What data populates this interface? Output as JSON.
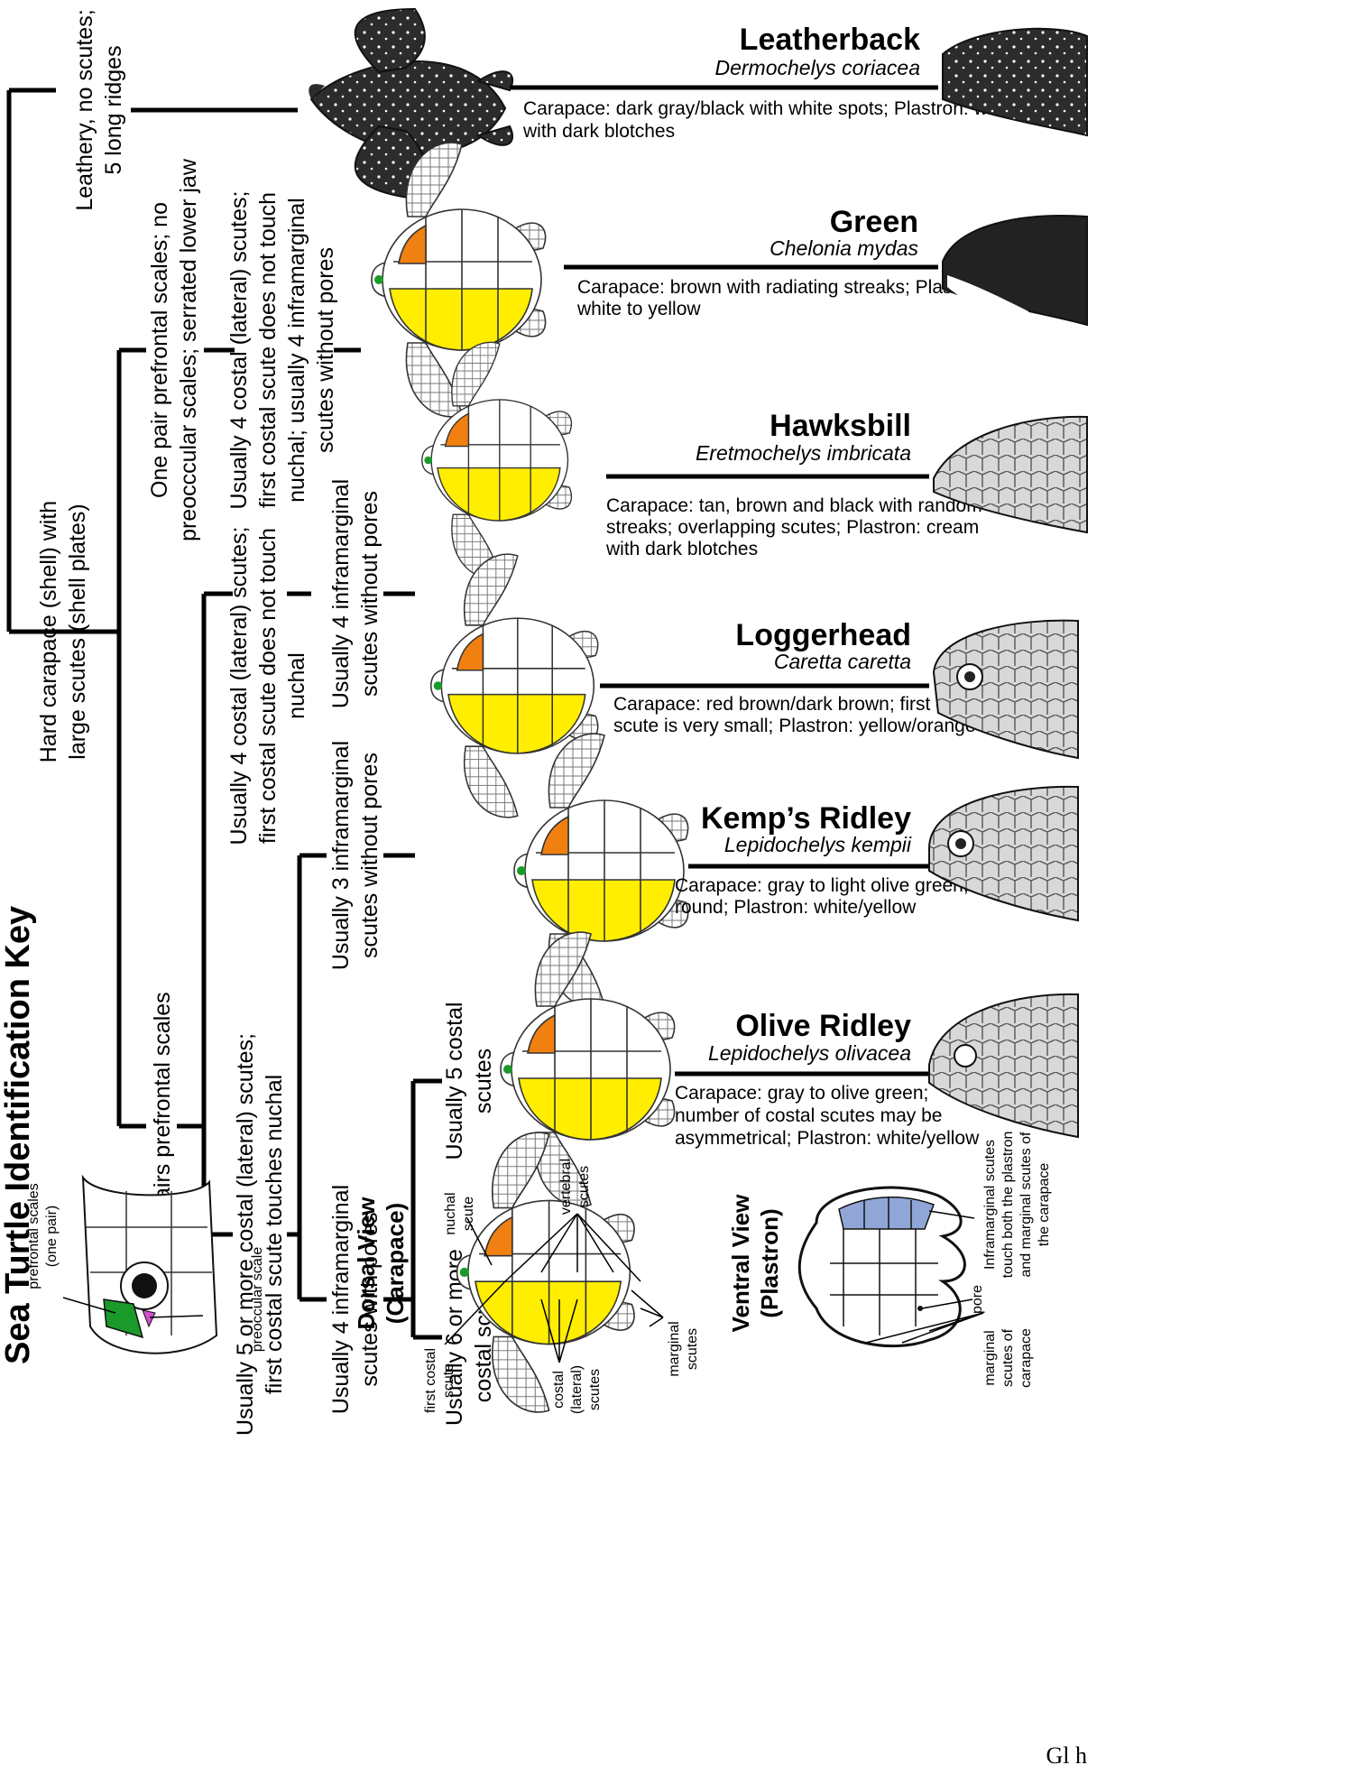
{
  "title": "Sea Turtle Identification Key",
  "key_nodes": {
    "leathery": [
      "Leathery, no scutes;",
      "5 long ridges"
    ],
    "hard": [
      "Hard carapace (shell) with",
      "large scutes (shell plates)"
    ],
    "one_pair": [
      "One pair prefrontal scales; no",
      "preocccular scales; serrated lower jaw"
    ],
    "two_pairs": "Two pairs prefrontal scales",
    "green_rule": [
      "Usually 4 costal (lateral) scutes;",
      "first costal scute does not touch",
      "nuchal; usually 4 inframarginal",
      "scutes without pores"
    ],
    "four_costal": [
      "Usually 4 costal (lateral) scutes;",
      "first costal scute does not touch",
      "nuchal"
    ],
    "five_costal": [
      "Usually 5 or more costal (lateral) scutes;",
      "first costal scute touches nuchal"
    ],
    "four_infra_no_pores": [
      "Usually 4 inframarginal",
      "scutes without pores"
    ],
    "three_infra": [
      "Usually 3 inframarginal",
      "scutes without pores"
    ],
    "four_infra_pores": [
      "Usually 4 inframarginal",
      "scutes with pores"
    ],
    "usually5": [
      "Usually 5 costal",
      "scutes"
    ],
    "usually6": [
      "Usually 6 or more",
      "costal scutes"
    ]
  },
  "species": [
    {
      "name": "Leatherback",
      "sci": "Dermochelys coriacea",
      "desc": [
        "Carapace: dark gray/black with white spots; Plastron: white",
        "with dark blotches"
      ]
    },
    {
      "name": "Green",
      "sci": "Chelonia mydas",
      "desc": [
        "Carapace: brown with radiating streaks; Plastron:",
        "white to yellow"
      ]
    },
    {
      "name": "Hawksbill",
      "sci": "Eretmochelys imbricata",
      "desc": [
        "Carapace: tan, brown and black with random",
        "streaks; overlapping scutes; Plastron: cream",
        "with dark blotches"
      ]
    },
    {
      "name": "Loggerhead",
      "sci": "Caretta caretta",
      "desc": [
        "Carapace: red brown/dark brown; first costal",
        "scute is very small; Plastron: yellow/orange"
      ]
    },
    {
      "name": "Kemp’s Ridley",
      "sci": "Lepidochelys kempii",
      "desc": [
        "Carapace: gray to light olive green;",
        "round; Plastron: white/yellow"
      ]
    },
    {
      "name": "Olive Ridley",
      "sci": "Lepidochelys olivacea",
      "desc": [
        "Carapace: gray to olive green;",
        "number of costal scutes may be",
        "asymmetrical; Plastron: white/yellow"
      ]
    }
  ],
  "legend": {
    "prefrontal": [
      "prefrontal scales",
      "(one pair)"
    ],
    "preoccular": "preoccular scale",
    "dorsal_view": [
      "Dorsal View",
      "(Carapace)"
    ],
    "ventral_view": [
      "Ventral View",
      "(Plastron)"
    ],
    "nuchal": [
      "nuchal",
      "scute"
    ],
    "vertebral": [
      "vertebral",
      "scutes"
    ],
    "first_costal": [
      "first costal",
      "scute"
    ],
    "costal": [
      "costal",
      "(lateral)",
      "scutes"
    ],
    "marginal": [
      "marginal",
      "scutes"
    ],
    "inframarginal": [
      "Inframarginal scutes",
      "touch both the plastron",
      "and marginal scutes of",
      "the carapace"
    ],
    "pore": "pore",
    "marginal_carapace": [
      "marginal",
      "scutes of",
      "carapace"
    ],
    "corner": "Gl h"
  },
  "colors": {
    "prefrontal": "#1a9a2a",
    "first_costal": "#f08010",
    "plastron": "#ffee00",
    "inframarginal": "#8fa6d6",
    "preocular": "#d050d0"
  }
}
